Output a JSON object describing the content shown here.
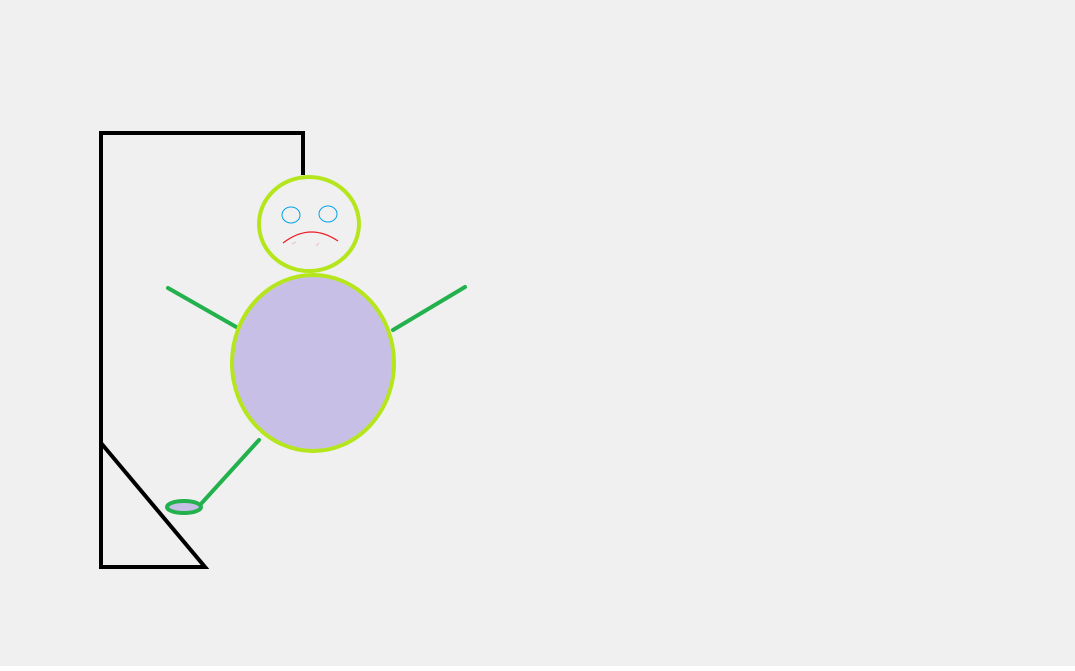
{
  "game": {
    "type": "hangman",
    "stage_parts_drawn": [
      "gallows",
      "rope",
      "head",
      "eyes",
      "mouth",
      "body",
      "left-arm",
      "right-arm",
      "left-leg",
      "left-foot"
    ],
    "mood": "sad"
  },
  "colors": {
    "background": "#f0f0f0",
    "gallows": "#000000",
    "outline": "#b5e61d",
    "limbs": "#22b14c",
    "body_fill": "#c8bfe7",
    "eyes": "#00a2e8",
    "mouth": "#ed1c24"
  },
  "icons": {
    "gallows": "gallows-icon",
    "figure": "stick-figure-icon"
  }
}
